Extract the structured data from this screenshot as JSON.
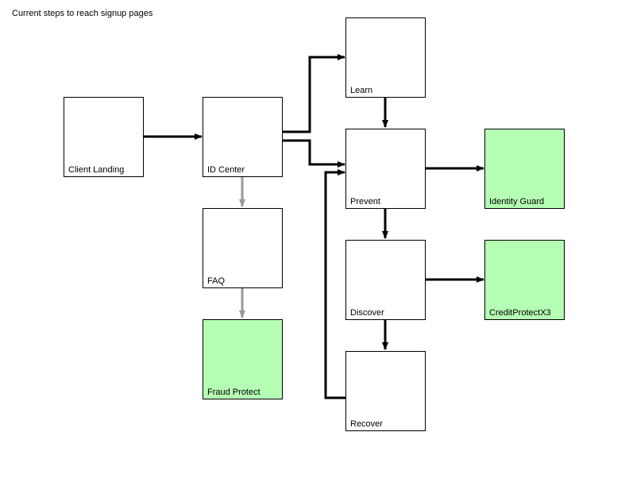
{
  "title": "Current steps to reach signup pages",
  "nodes": {
    "client_landing": "Client Landing",
    "id_center": "ID Center",
    "faq": "FAQ",
    "fraud_protect": "Fraud Protect",
    "learn": "Learn",
    "prevent": "Prevent",
    "discover": "Discover",
    "recover": "Recover",
    "identity_guard": "Identity Guard",
    "creditprotectx3": "CreditProtectX3"
  },
  "colors": {
    "signup_fill": "#b5ffb5",
    "primary_arrow": "#000000",
    "secondary_arrow": "#999999"
  },
  "edges": [
    {
      "from": "client_landing",
      "to": "id_center",
      "style": "primary"
    },
    {
      "from": "id_center",
      "to": "learn",
      "style": "primary"
    },
    {
      "from": "id_center",
      "to": "prevent",
      "style": "primary"
    },
    {
      "from": "id_center",
      "to": "faq",
      "style": "secondary"
    },
    {
      "from": "faq",
      "to": "fraud_protect",
      "style": "secondary"
    },
    {
      "from": "learn",
      "to": "prevent",
      "style": "primary"
    },
    {
      "from": "prevent",
      "to": "discover",
      "style": "primary"
    },
    {
      "from": "prevent",
      "to": "identity_guard",
      "style": "primary"
    },
    {
      "from": "discover",
      "to": "recover",
      "style": "primary"
    },
    {
      "from": "discover",
      "to": "creditprotectx3",
      "style": "primary"
    },
    {
      "from": "recover",
      "to": "prevent",
      "style": "primary"
    }
  ]
}
